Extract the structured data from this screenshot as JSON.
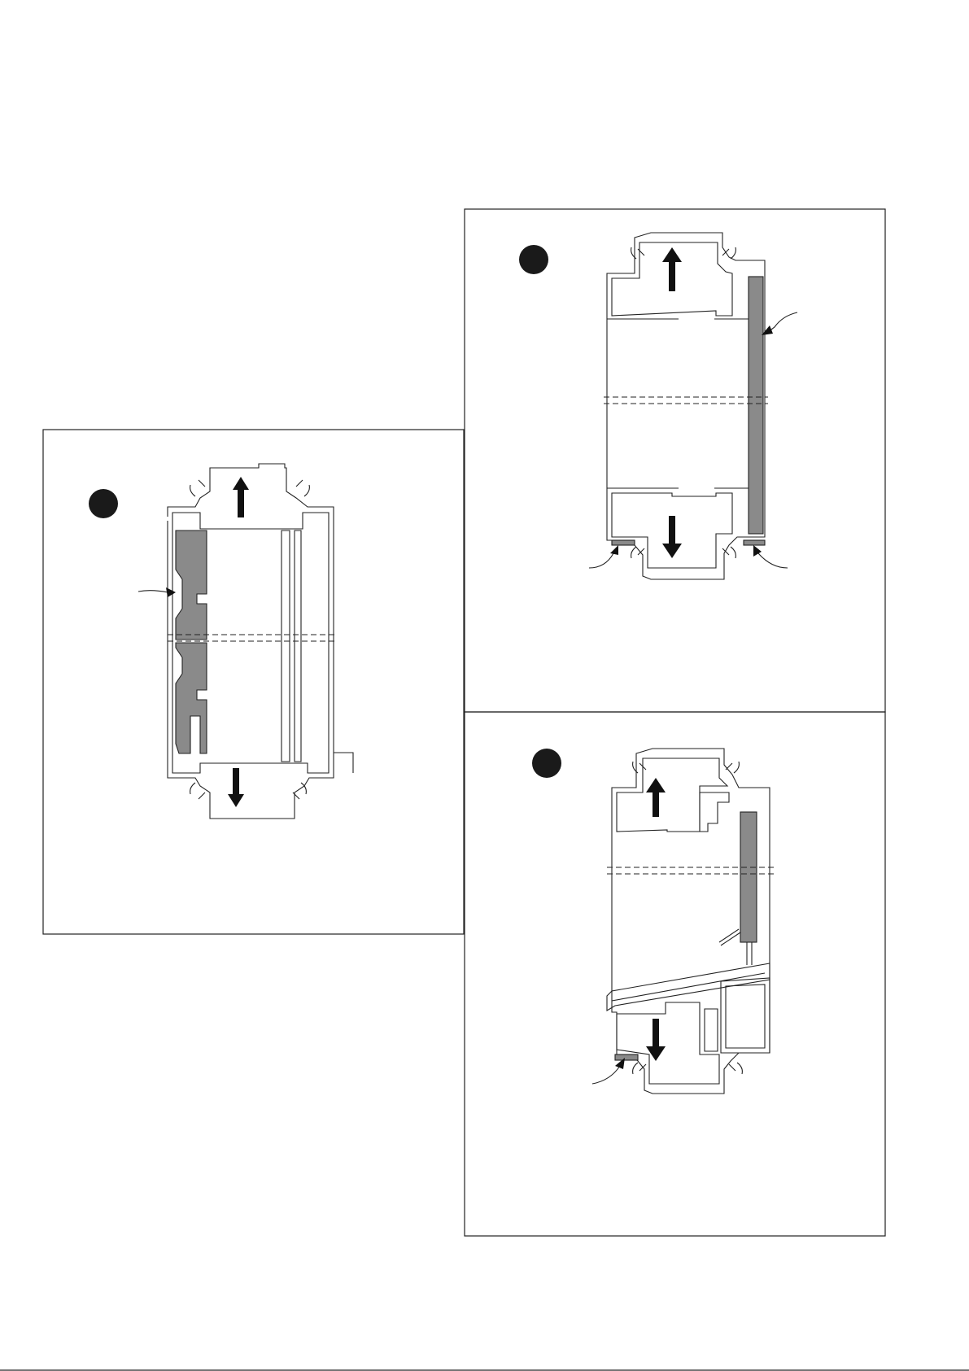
{
  "colors": {
    "line": "#222222",
    "fill": "#8a8a8a",
    "badge": "#1a1a1a",
    "arrow": "#111111",
    "background": "#ffffff"
  },
  "panels": [
    {
      "id": "left",
      "badge": "filled-circle"
    },
    {
      "id": "top-right",
      "badge": "filled-circle"
    },
    {
      "id": "bottom-right",
      "badge": "filled-circle"
    }
  ]
}
